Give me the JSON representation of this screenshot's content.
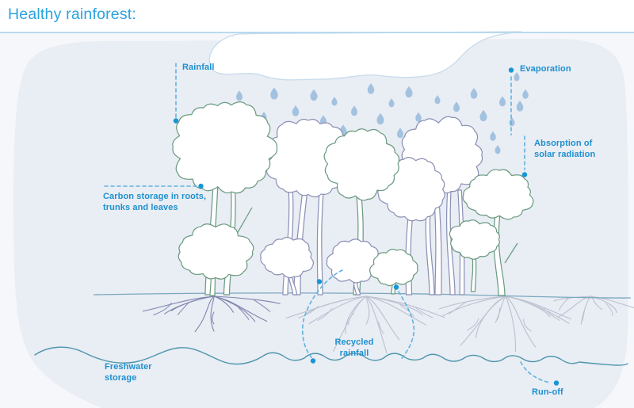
{
  "header": {
    "title": "Healthy rainforest:"
  },
  "labels": {
    "rainfall": {
      "text": "Rainfall"
    },
    "evaporation": {
      "text": "Evaporation"
    },
    "absorption": {
      "lines": [
        "Absorption of",
        "solar radiation"
      ]
    },
    "carbon_storage": {
      "lines": [
        "Carbon storage in roots,",
        "trunks and leaves"
      ]
    },
    "recycled_rainfall": {
      "lines": [
        "Recycled",
        "rainfall"
      ]
    },
    "freshwater_storage": {
      "lines": [
        "Freshwater",
        "storage"
      ]
    },
    "run_off": {
      "text": "Run-off"
    }
  },
  "colors": {
    "title_blue": "#2aa3df",
    "label_blue": "#1e90cf",
    "accent_dot_blue": "#1796d6",
    "dashed_line_blue": "#5fb3e0",
    "tree_green": "#69997e",
    "tree_purple": "#8a8fb4",
    "root_purple": "#7f85ae",
    "root_gray": "#bcc0d0",
    "water_teal": "#4e96ad",
    "ground_teal": "#7aa8bf",
    "raindrop_blue": "#a3c2e0",
    "cloud_outline": "#c6dbec",
    "wash_background": "#e9edf4",
    "outer_background": "#f5f7fa"
  }
}
